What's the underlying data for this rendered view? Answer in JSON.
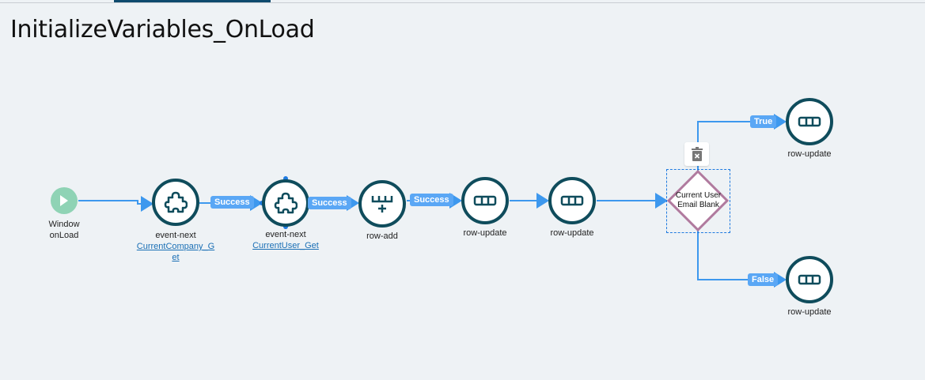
{
  "page": {
    "title": "InitializeVariables_OnLoad"
  },
  "nodes": {
    "start": {
      "label_line1": "Window",
      "label_line2": "onLoad",
      "icon": "play-icon"
    },
    "event1": {
      "type": "event-next",
      "link": "CurrentCompany_G",
      "link2": "et",
      "icon": "puzzle-icon"
    },
    "event2": {
      "type": "event-next",
      "link": "CurrentUser_Get",
      "icon": "puzzle-icon"
    },
    "rowadd": {
      "type": "row-add",
      "icon": "row-add-icon"
    },
    "rowupdate1": {
      "type": "row-update",
      "icon": "row-icon"
    },
    "rowupdate2": {
      "type": "row-update",
      "icon": "row-icon"
    },
    "decision": {
      "line1": "Current User",
      "line2": "Email Blank"
    },
    "rowupdate_true": {
      "type": "row-update"
    },
    "rowupdate_false": {
      "type": "row-update"
    }
  },
  "edges": {
    "success1": "Success",
    "success2": "Success",
    "success3": "Success",
    "true_label": "True",
    "false_label": "False"
  },
  "colors": {
    "node_border": "#0f4c5c",
    "edge": "#3d98ee",
    "badge": "#5aa7f5",
    "decision": "#b07a9e",
    "start": "#8fd3b5"
  }
}
